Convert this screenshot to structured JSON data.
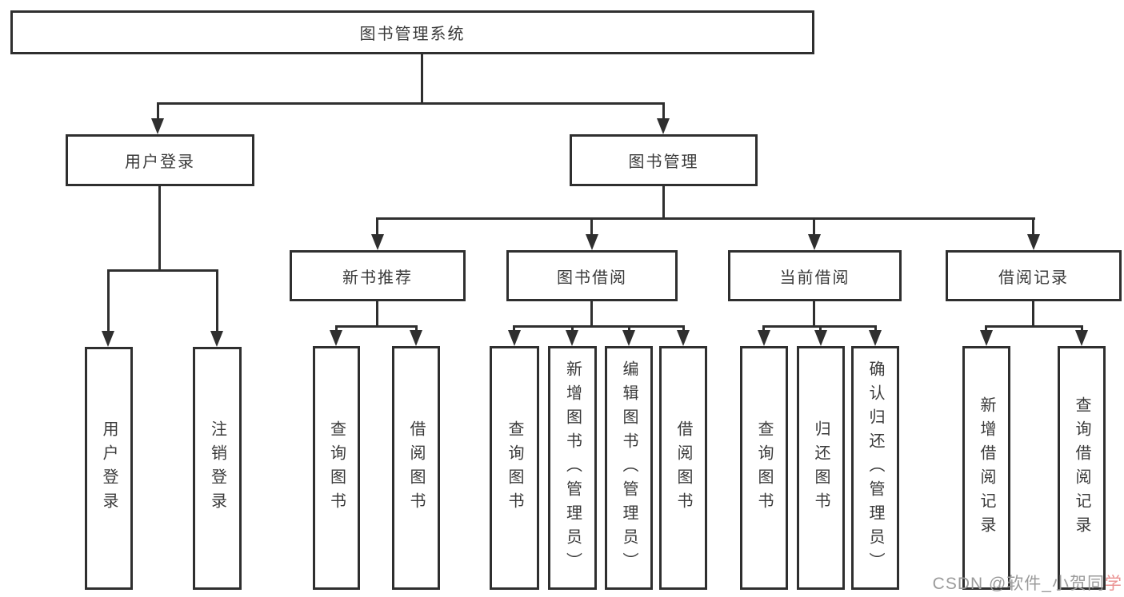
{
  "diagram": {
    "title": "图书管理系统",
    "root": {
      "label": "图书管理系统"
    },
    "branches": [
      {
        "label": "用户登录",
        "children": [
          {
            "label": "用户登录"
          },
          {
            "label": "注销登录"
          }
        ]
      },
      {
        "label": "图书管理",
        "children": [
          {
            "label": "新书推荐",
            "children": [
              {
                "label": "查询图书"
              },
              {
                "label": "借阅图书"
              }
            ]
          },
          {
            "label": "图书借阅",
            "children": [
              {
                "label": "查询图书"
              },
              {
                "label": "新增图书（管理员）"
              },
              {
                "label": "编辑图书（管理员）"
              },
              {
                "label": "借阅图书"
              }
            ]
          },
          {
            "label": "当前借阅",
            "children": [
              {
                "label": "查询图书"
              },
              {
                "label": "归还图书"
              },
              {
                "label": "确认归还（管理员）"
              }
            ]
          },
          {
            "label": "借阅记录",
            "children": [
              {
                "label": "新增借阅记录"
              },
              {
                "label": "查询借阅记录"
              }
            ]
          }
        ]
      }
    ]
  },
  "watermark": {
    "text_main": "CSDN @软件_小贺同",
    "text_tail": "学"
  },
  "colors": {
    "line": "#2f2f2f",
    "text": "#3a3a3a",
    "bg": "#ffffff",
    "watermark_grey": "#9b9b9b",
    "watermark_pink": "#ea9191"
  }
}
